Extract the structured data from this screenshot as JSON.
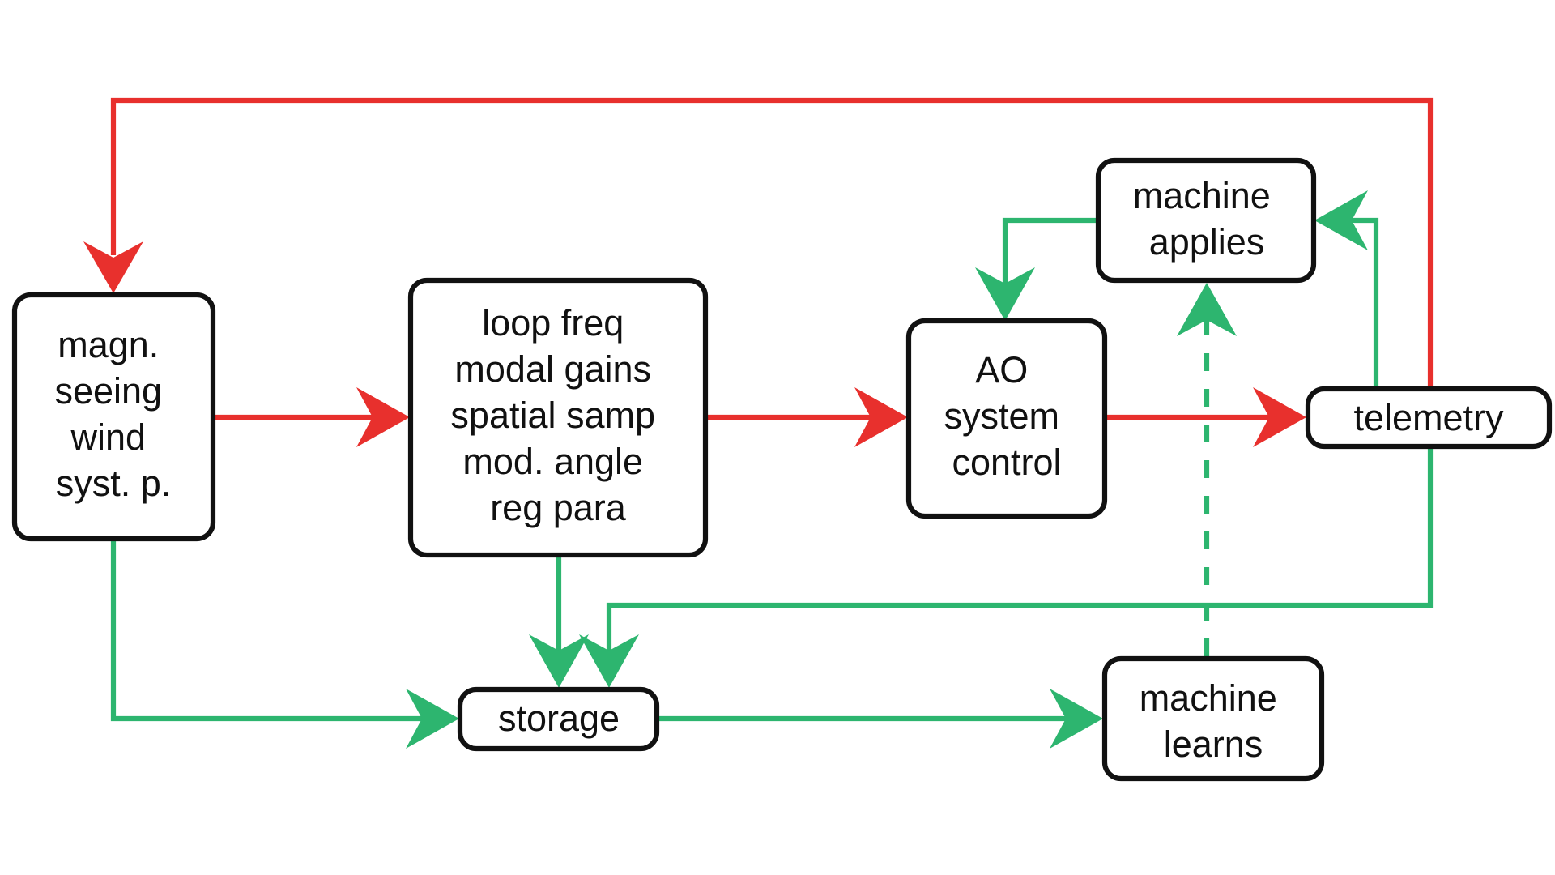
{
  "colors": {
    "state_flow": "#e8302d",
    "data_flow": "#2db56f",
    "box_border": "#111111"
  },
  "nodes": {
    "conditions": {
      "lines": [
        "magn.",
        "seeing",
        "wind",
        "syst. p."
      ]
    },
    "parameters": {
      "lines": [
        "loop freq",
        "modal gains",
        "spatial samp",
        "mod. angle",
        "reg para"
      ]
    },
    "ao_control": {
      "lines": [
        "AO",
        "system",
        "control"
      ]
    },
    "telemetry": {
      "lines": [
        "telemetry"
      ]
    },
    "machine_applies": {
      "lines": [
        "machine",
        "applies"
      ]
    },
    "storage": {
      "lines": [
        "storage"
      ]
    },
    "machine_learns": {
      "lines": [
        "machine",
        "learns"
      ]
    }
  }
}
